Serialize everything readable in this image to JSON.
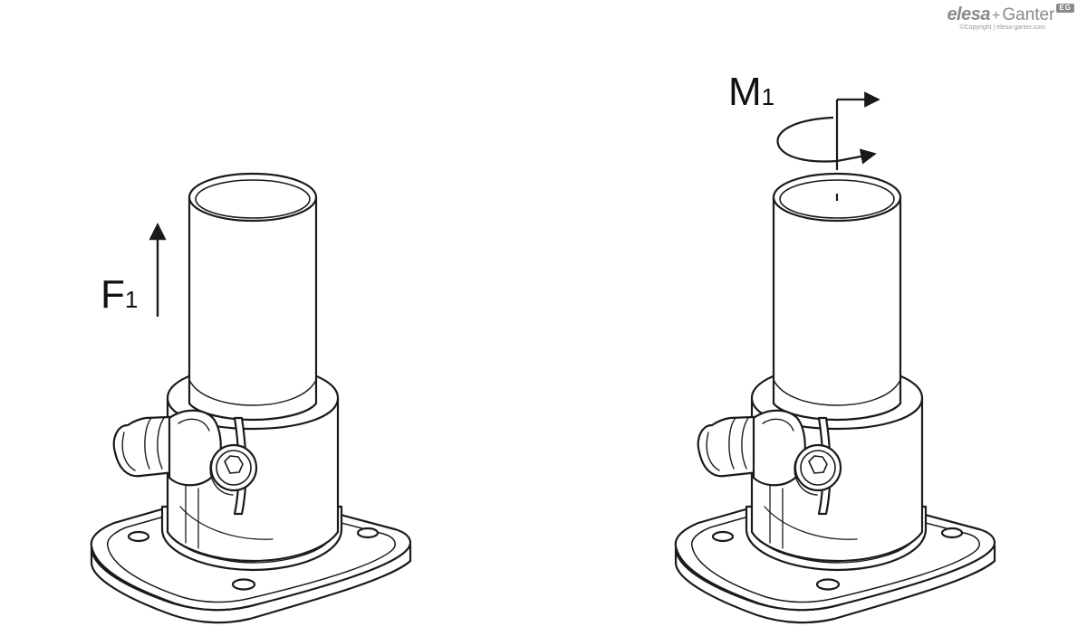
{
  "brand": {
    "name_a": "elesa",
    "plus": "+",
    "name_b": "Ganter",
    "badge": "EG",
    "copyright": "©Copyright | elesa-ganter.com"
  },
  "figures": [
    {
      "name": "left",
      "load_label_main": "F",
      "load_label_sub": "1"
    },
    {
      "name": "right",
      "load_label_main": "M",
      "load_label_sub": "1"
    }
  ],
  "colors": {
    "line": "#1a1a1a",
    "background": "#ffffff",
    "brand": "#8a8a8a"
  }
}
